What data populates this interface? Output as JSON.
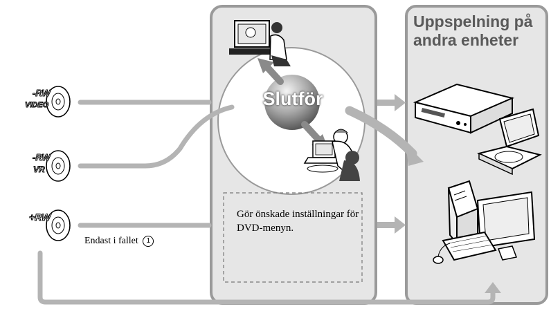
{
  "disc_labels": {
    "dvd_rw_video": {
      "line1": "-RW",
      "line2": "VIDEO"
    },
    "dvd_rw_vr": {
      "line1": "-RW",
      "line2": "VR"
    },
    "dvd_plus_rw": {
      "line1": "+RW"
    }
  },
  "finalize_label": "Slutför",
  "other_devices_title": "Uppspelning på andra enheter",
  "dvd_menu_note": "Gör önskade inställningar för DVD-menyn.",
  "plus_rw_note": "Endast i fallet",
  "plus_rw_note_ref": "1",
  "icons": [
    "disc-icon",
    "tv-viewer-illustration",
    "laptop-viewer-illustration",
    "dvd-player-icon",
    "portable-dvd-player-icon",
    "desktop-computer-icon"
  ],
  "colors": {
    "panel_fill": "#e6e6e6",
    "panel_border": "#9a9a9a",
    "flow_line": "#b4b4b4"
  }
}
